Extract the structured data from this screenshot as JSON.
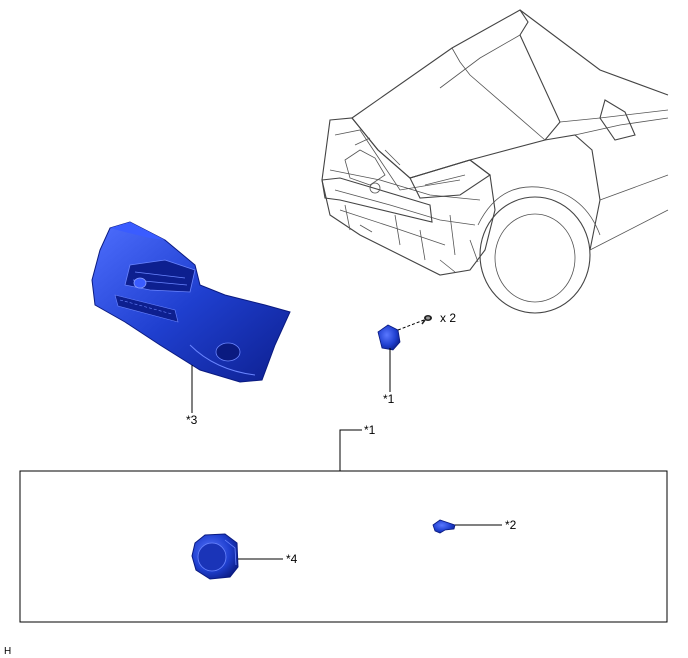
{
  "labels": {
    "foglamp_on_car": "*1",
    "bolt_count": "x 2",
    "bumper": "*3",
    "detail_box": "*1",
    "bracket": "*2",
    "foglamp_assembly": "*4",
    "corner_code": "H"
  },
  "colors": {
    "part_blue": "#1f3fcf",
    "part_blue_dark": "#0d1f8f",
    "part_blue_light": "#4f6fff",
    "line": "#000000",
    "car_outline": "#555555"
  },
  "icons": {
    "bolt": "bolt-icon"
  }
}
